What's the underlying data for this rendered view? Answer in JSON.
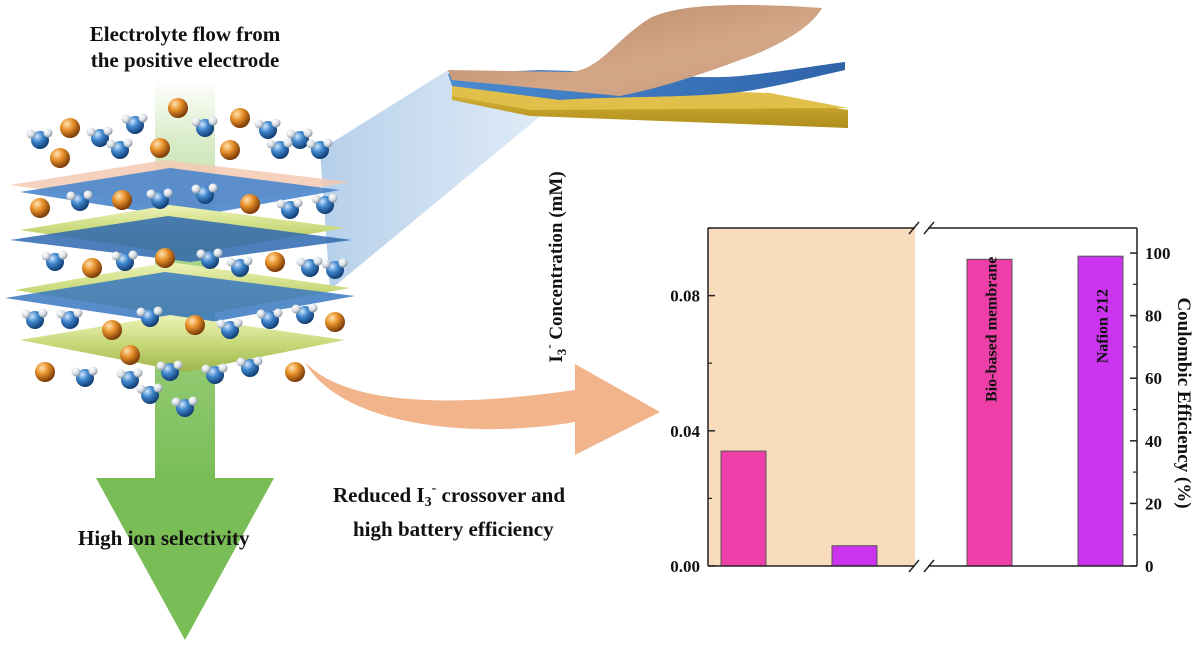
{
  "labels": {
    "flow_line1": "Electrolyte flow from",
    "flow_line2": "the positive electrode",
    "selectivity": "High ion selectivity",
    "reduced_line1_pre": "Reduced I",
    "reduced_line1_sub": "3",
    "reduced_line1_sup": "-",
    "reduced_line1_post": " crossover and",
    "reduced_line2": "high battery efficiency"
  },
  "colors": {
    "flow_arrow": "#7cbf5a",
    "membrane_blue": "#3c78c0",
    "membrane_yellow": "#c8a52a",
    "membrane_tan": "#bd8f6a",
    "curved_arrow": "#f2b48b",
    "highlight_region": "#f9dcbd",
    "bar_pink": "#ee3fa8",
    "bar_purple": "#cc33ee"
  },
  "chart_data": {
    "type": "bar",
    "left_axis": {
      "label_pre": "I",
      "label_sub": "3",
      "label_sup": "-",
      "label_post": " Concentration (mM)",
      "ylim": [
        0,
        0.1
      ],
      "ticks": [
        "0.00",
        "0.04",
        "0.08"
      ],
      "tick_values": [
        0,
        0.04,
        0.08
      ]
    },
    "right_axis": {
      "label": "Coulombic Efficiency (%)",
      "ylim": [
        0,
        108
      ],
      "ticks": [
        "0",
        "20",
        "40",
        "60",
        "80",
        "100"
      ],
      "tick_values": [
        0,
        20,
        40,
        60,
        80,
        100
      ]
    },
    "left_group": [
      {
        "value": 0.034,
        "color": "#ee3fa8"
      },
      {
        "value": 0.006,
        "color": "#cc33ee"
      }
    ],
    "right_group": [
      {
        "value": 98,
        "color": "#ee3fa8",
        "label": "Bio-based membrane"
      },
      {
        "value": 99,
        "color": "#cc33ee",
        "label": "Nafion 212"
      }
    ]
  }
}
